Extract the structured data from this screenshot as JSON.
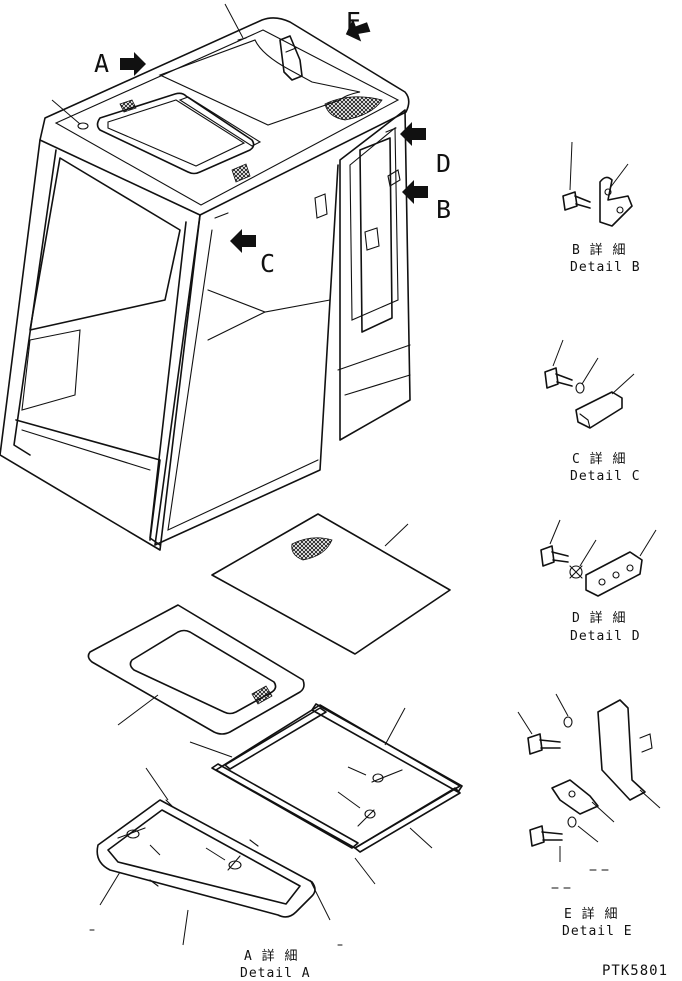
{
  "view_letters": {
    "a": "A",
    "b": "B",
    "c": "C",
    "d": "D",
    "e": "E"
  },
  "details": {
    "a": {
      "jp": "A 詳 細",
      "en": "Detail A"
    },
    "b": {
      "jp": "B 詳 細",
      "en": "Detail B"
    },
    "c": {
      "jp": "C 詳 細",
      "en": "Detail C"
    },
    "d": {
      "jp": "D 詳 細",
      "en": "Detail D"
    },
    "e": {
      "jp": "E 詳 細",
      "en": "Detail E"
    }
  },
  "drawing_code": "PTK5801"
}
